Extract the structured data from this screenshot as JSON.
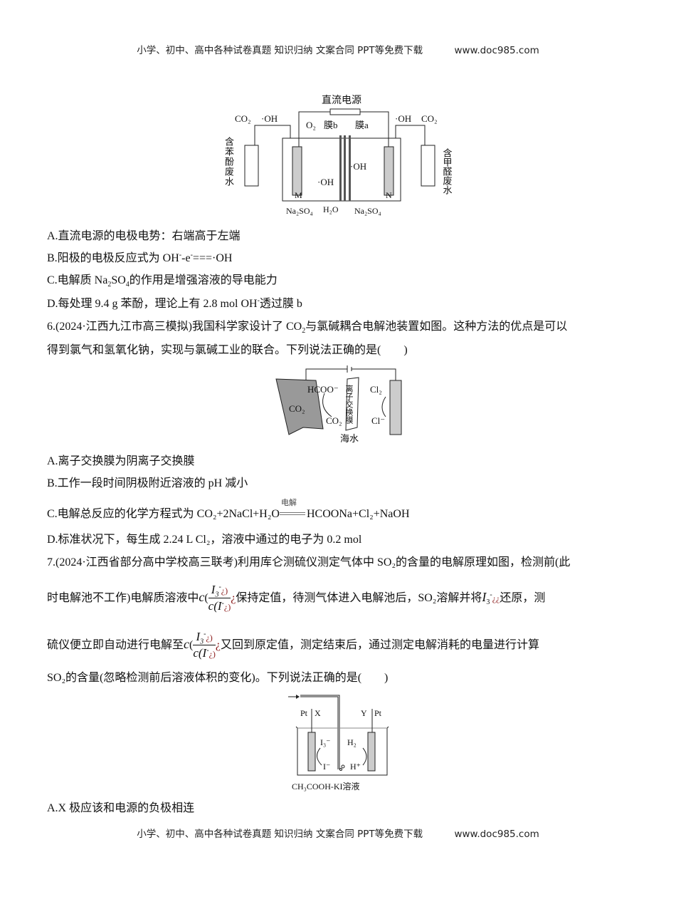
{
  "header": {
    "text": "小学、初中、高中各种试卷真题  知识归纳  文案合同  PPT等免费下载",
    "site": "www.doc985.com"
  },
  "footer": {
    "text": "小学、初中、高中各种试卷真题  知识归纳  文案合同  PPT等免费下载",
    "site": "www.doc985.com"
  },
  "q5": {
    "figure": {
      "power": "直流电源",
      "left_co2": "CO₂",
      "left_oh": "·OH",
      "right_oh": "·OH",
      "right_co2": "CO₂",
      "o2": "O₂",
      "membrane_b": "膜b",
      "membrane_a": "膜a",
      "left_tank": "含苯酚废水",
      "right_tank": "含甲醛废水",
      "oh_mid_right": "·OH",
      "oh_mid_left": "·OH",
      "electrode_m": "M",
      "electrode_n": "N",
      "na2so4_left": "Na₂SO₄",
      "h2o": "H₂O",
      "na2so4_right": "Na₂SO₄"
    },
    "options": {
      "A": "A.直流电源的电极电势：右端高于左端",
      "B_pre": "B.阳极的电极反应式为 OH",
      "B_sup1": "-",
      "B_mid": "-e",
      "B_sup2": "-",
      "B_post": "===·OH",
      "C_pre": "C.电解质 Na",
      "C_sub1": "2",
      "C_mid": "SO",
      "C_sub2": "4",
      "C_post": "的作用是增强溶液的导电能力",
      "D_pre": "D.每处理 9.4 g 苯酚，理论上有 2.8 mol OH",
      "D_sup": "-",
      "D_post": "透过膜 b"
    }
  },
  "q6": {
    "line1_pre": "6.(2024·江西九江市高三模拟)我国科学家设计了 CO",
    "line1_sub": "2",
    "line1_post": "与氯碱耦合电解池装置如图。这种方法的优点是可以",
    "line2": "得到氯气和氢氧化钠，实现与氯碱工业的联合。下列说法正确的是(　　)",
    "figure": {
      "hcoo": "HCOO⁻",
      "co2_left": "CO₂",
      "co2_mid": "CO₂",
      "membrane": "离子交换膜",
      "seawater": "海水",
      "cl2": "Cl₂",
      "cl_minus": "Cl⁻"
    },
    "options": {
      "A": "A.离子交换膜为阴离子交换膜",
      "B": "B.工作一段时间阴极附近溶液的 pH 减小",
      "C_pre": "C.电解总反应的化学方程式为 CO₂+2NaCl+H₂O",
      "C_cond": "电解",
      "C_post": "HCOONa+Cl₂+NaOH",
      "D": "D.标准状况下，每生成 2.24 L Cl₂，溶液中通过的电子为 0.2 mol"
    }
  },
  "q7": {
    "line1": "7.(2024·江西省部分高中学校高三联考)利用库仑测硫仪测定气体中 SO₂的含量的电解原理如图，检测前(此",
    "line2_pre": "时电解池不工作)电解质溶液中",
    "line2_mid": "保持定值，待测气体进入电解池后，SO₂溶解并将",
    "line2_post": "还原，测",
    "line3_pre": "硫仪便立即自动进行电解至",
    "line3_post": "又回到原定值，测定结束后，通过测定电解消耗的电量进行计算",
    "line4": "SO₂的含量(忽略检测前后溶液体积的变化)。下列说法正确的是(　　)",
    "formula": {
      "c": "c",
      "num": "I",
      "num_sub": "3",
      "num_sup": "-",
      "glitch": "¿)",
      "den": "c(I",
      "den_sup": "-",
      "den_glitch": "¿)",
      "q": "¿",
      "glitch2": "¿¿"
    },
    "figure": {
      "pt_left": "Pt",
      "x": "X",
      "y": "Y",
      "pt_right": "Pt",
      "i3": "I₃⁻",
      "i_minus": "I⁻",
      "h2": "H₂",
      "h_plus": "H⁺",
      "solution": "CH₃COOH-KI溶液"
    },
    "options": {
      "A": "A.X 极应该和电源的负极相连"
    }
  }
}
